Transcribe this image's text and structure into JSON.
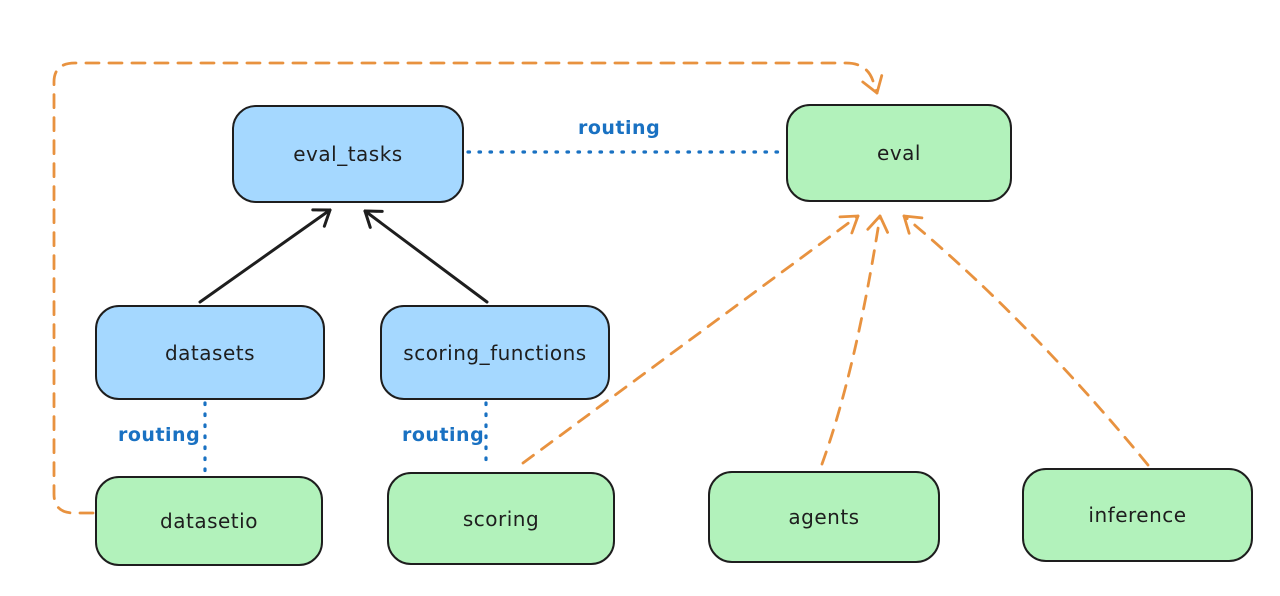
{
  "diagram": {
    "colors": {
      "background": "#ffffff",
      "blue_fill": "#a5d8ff",
      "green_fill": "#b2f2bb",
      "stroke_dark": "#1e1e1e",
      "routing_blue": "#1971c2",
      "orange": "#e8923f"
    },
    "nodes": [
      {
        "id": "eval_tasks",
        "label": "eval_tasks",
        "color": "blue"
      },
      {
        "id": "eval",
        "label": "eval",
        "color": "green"
      },
      {
        "id": "datasets",
        "label": "datasets",
        "color": "blue"
      },
      {
        "id": "scoring_functions",
        "label": "scoring_functions",
        "color": "blue"
      },
      {
        "id": "datasetio",
        "label": "datasetio",
        "color": "green"
      },
      {
        "id": "scoring",
        "label": "scoring",
        "color": "green"
      },
      {
        "id": "agents",
        "label": "agents",
        "color": "green"
      },
      {
        "id": "inference",
        "label": "inference",
        "color": "green"
      }
    ],
    "edge_labels": [
      {
        "id": "routing-eval_tasks-eval",
        "text": "routing"
      },
      {
        "id": "routing-datasets-datasetio",
        "text": "routing"
      },
      {
        "id": "routing-scoring_functions-scoring",
        "text": "routing"
      }
    ],
    "edges": [
      {
        "from": "datasets",
        "to": "eval_tasks",
        "style": "solid-black-arrow"
      },
      {
        "from": "scoring_functions",
        "to": "eval_tasks",
        "style": "solid-black-arrow"
      },
      {
        "from": "eval_tasks",
        "to": "eval",
        "style": "dotted-blue",
        "label": "routing"
      },
      {
        "from": "datasets",
        "to": "datasetio",
        "style": "dotted-blue",
        "label": "routing"
      },
      {
        "from": "scoring_functions",
        "to": "scoring",
        "style": "dotted-blue",
        "label": "routing"
      },
      {
        "from": "datasetio",
        "to": "eval",
        "style": "dashed-orange-arrow"
      },
      {
        "from": "scoring",
        "to": "eval",
        "style": "dashed-orange-arrow"
      },
      {
        "from": "agents",
        "to": "eval",
        "style": "dashed-orange-arrow"
      },
      {
        "from": "inference",
        "to": "eval",
        "style": "dashed-orange-arrow"
      }
    ]
  }
}
